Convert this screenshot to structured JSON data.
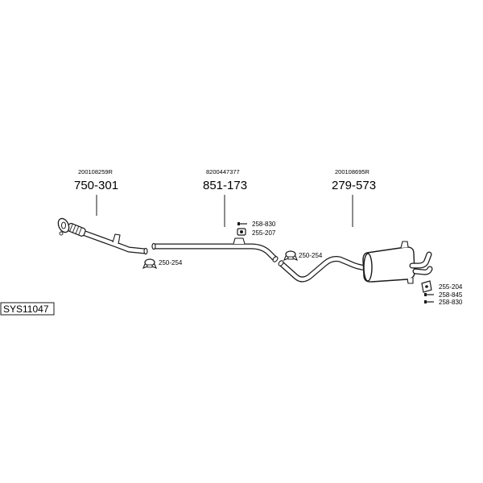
{
  "system_code": "SYS11047",
  "parts": [
    {
      "oem": "200108259R",
      "number": "750-301"
    },
    {
      "oem": "8200447377",
      "number": "851-173"
    },
    {
      "oem": "200108695R",
      "number": "279-573"
    }
  ],
  "accessories": {
    "clamp_front": "250-254",
    "clamp_mid": "250-254",
    "bolt_top": "258-830",
    "nut_top": "255-207",
    "rubber_rear": "255-204",
    "bolt_rear_1": "258-845",
    "bolt_rear_2": "258-830"
  }
}
